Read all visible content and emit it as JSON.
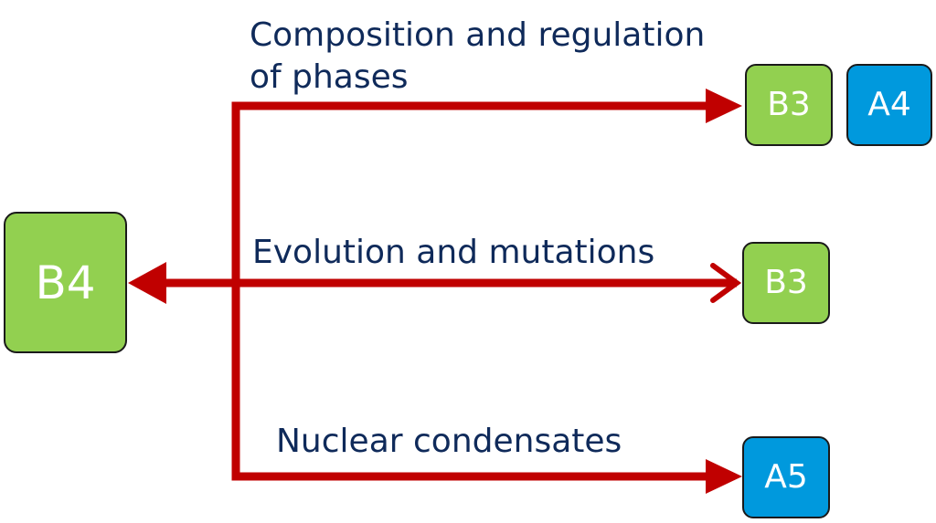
{
  "colors": {
    "green": "#92d050",
    "blue": "#0099dd",
    "arrow": "#c00000",
    "label_text": "#0f2a5a"
  },
  "nodes": {
    "source": "B4",
    "top_first": "B3",
    "top_second": "A4",
    "middle": "B3",
    "bottom": "A5"
  },
  "labels": {
    "top": "Composition and regulation\nof phases",
    "middle": "Evolution and mutations",
    "bottom": "Nuclear condensates"
  }
}
